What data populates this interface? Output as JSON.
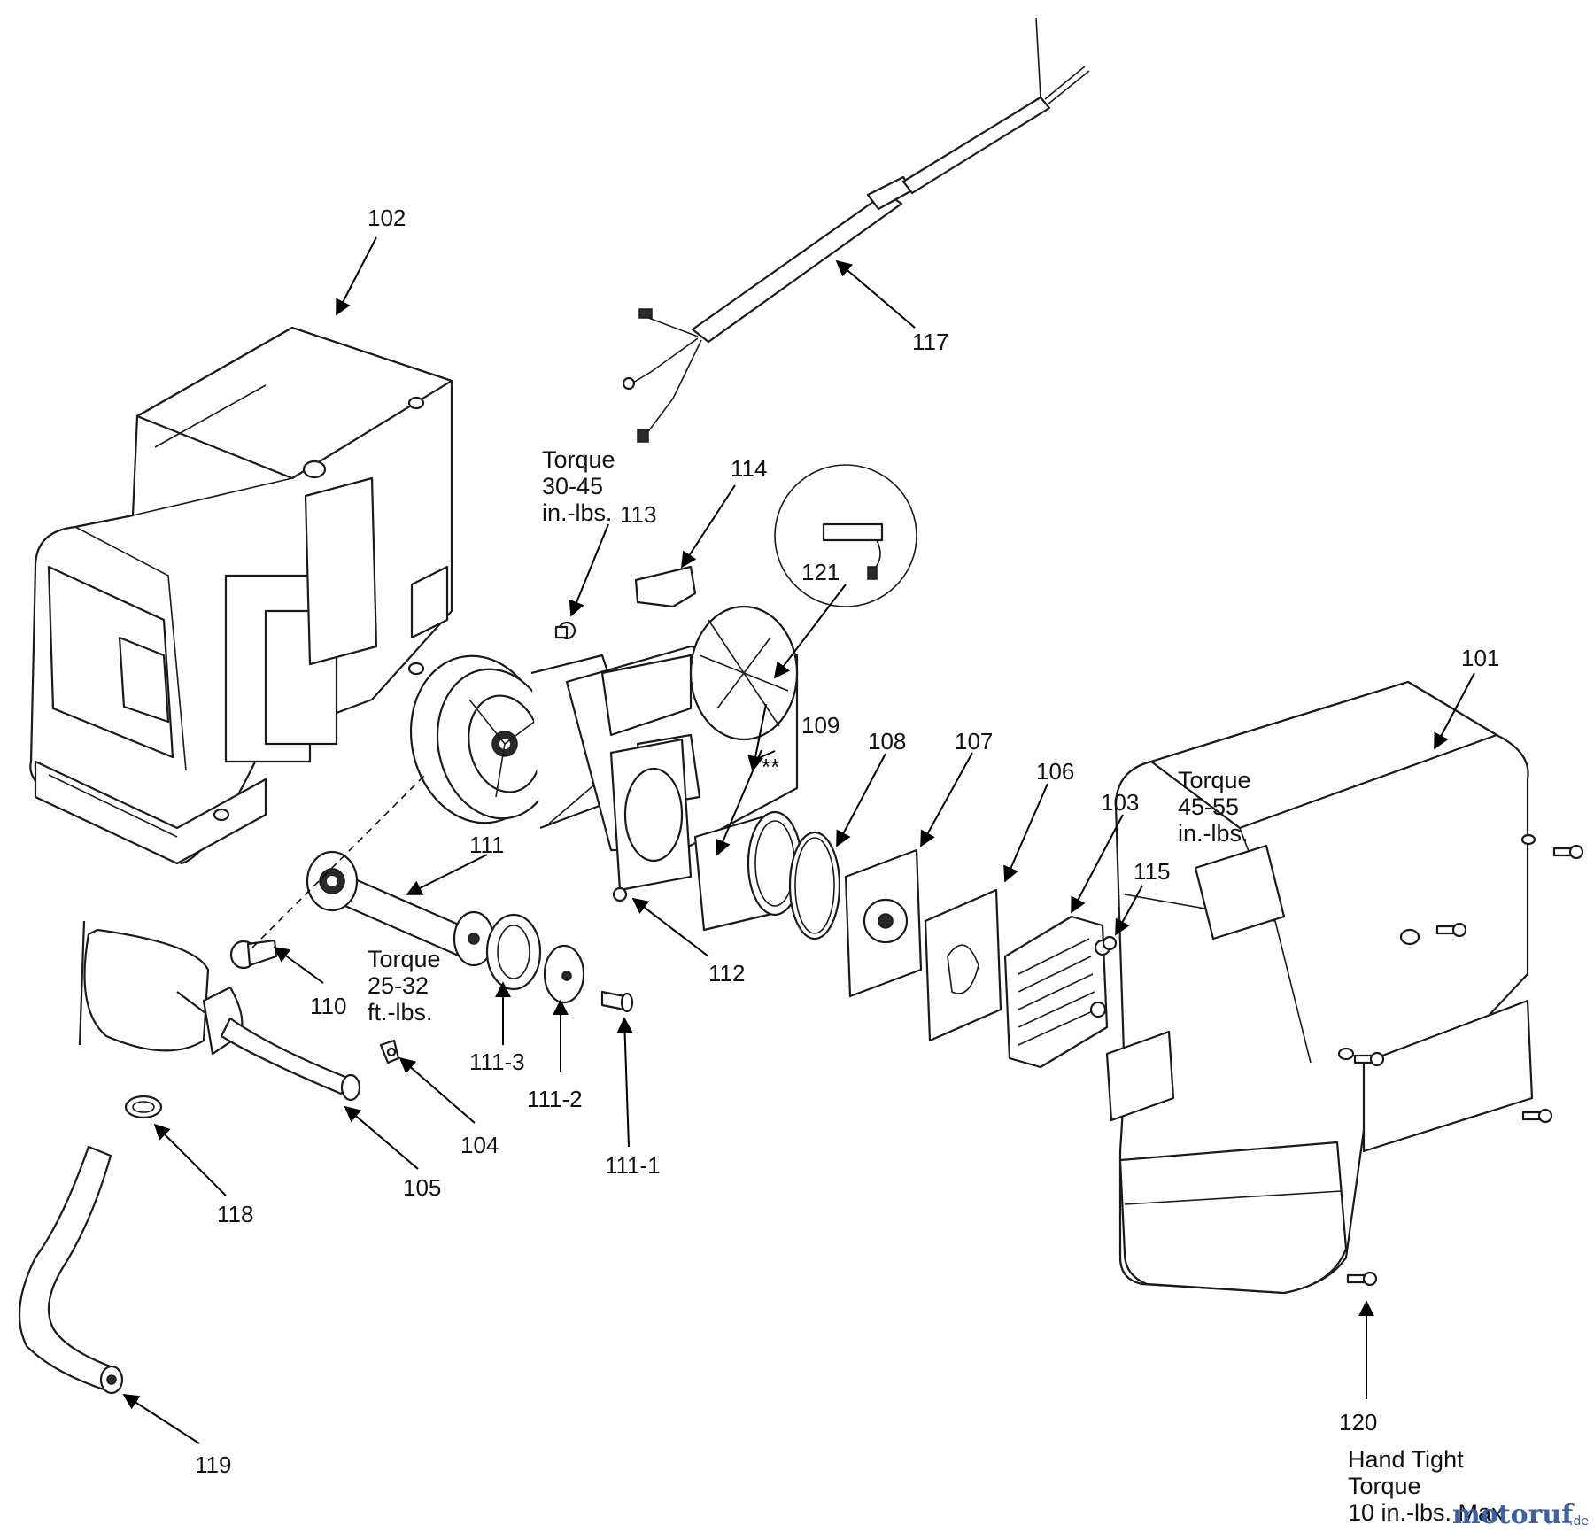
{
  "labels": {
    "p101": "101",
    "p102": "102",
    "p103": "103",
    "p104": "104",
    "p105": "105",
    "p106": "106",
    "p107": "107",
    "p108": "108",
    "p109": "109",
    "p110": "110",
    "p111": "111",
    "p111_1": "111-1",
    "p111_2": "111-2",
    "p111_3": "111-3",
    "p112": "112",
    "p113": "113",
    "p114": "114",
    "p115": "115",
    "p117": "117",
    "p118": "118",
    "p119": "119",
    "p120": "120",
    "p121": "121",
    "motor_mark": "**"
  },
  "notes": {
    "torque_113": [
      "Torque",
      "30-45",
      "in.-lbs."
    ],
    "torque_111": [
      "Torque",
      "25-32",
      "ft.-lbs."
    ],
    "torque_101": [
      "Torque",
      "45-55",
      "in.-lbs."
    ],
    "torque_120": [
      "Hand Tight",
      "Torque",
      "10 in.-lbs. Max"
    ]
  },
  "watermark": {
    "brand": "motoruf",
    "suffix": ".de"
  }
}
